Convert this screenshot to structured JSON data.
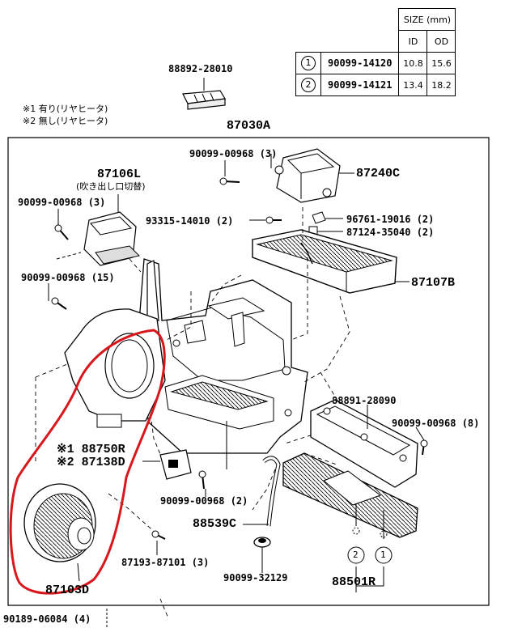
{
  "size_table": {
    "header": "SIZE (mm)",
    "col_id": "ID",
    "col_od": "OD",
    "rows": [
      {
        "mark": "1",
        "part": "90099-14120",
        "id": "10.8",
        "od": "15.6"
      },
      {
        "mark": "2",
        "part": "90099-14121",
        "id": "13.4",
        "od": "18.2"
      }
    ]
  },
  "notes": {
    "note1": "※1 有り(リヤヒータ)",
    "note2": "※2 無し(リヤヒータ)"
  },
  "parts": {
    "p88892": "88892-28010",
    "p87030A": "87030A",
    "p90099_00968_3a": "90099-00968 (3)",
    "p87240C": "87240C",
    "p87106L": "87106L",
    "p87106L_note": "(吹き出し口切替)",
    "p90099_00968_3b": "90099-00968 (3)",
    "p93315": "93315-14010 (2)",
    "p96761": "96761-19016 (2)",
    "p87124": "87124-35040 (2)",
    "p90099_00968_15": "90099-00968 (15)",
    "p87107B": "87107B",
    "p88891": "88891-28090",
    "p90099_00968_8": "90099-00968 (8)",
    "p88750R": "※1 88750R",
    "p87138D": "※2 87138D",
    "p90099_00968_2": "90099-00968 (2)",
    "p88539C": "88539C",
    "p87193": "87193-87101 (3)",
    "p87103D": "87103D",
    "p90099_32129": "90099-32129",
    "p88501R": "88501R",
    "p90189": "90189-06084 (4)",
    "circle1": "1",
    "circle2": "2"
  },
  "colors": {
    "ink": "#000000",
    "highlight": "#d8161b"
  }
}
